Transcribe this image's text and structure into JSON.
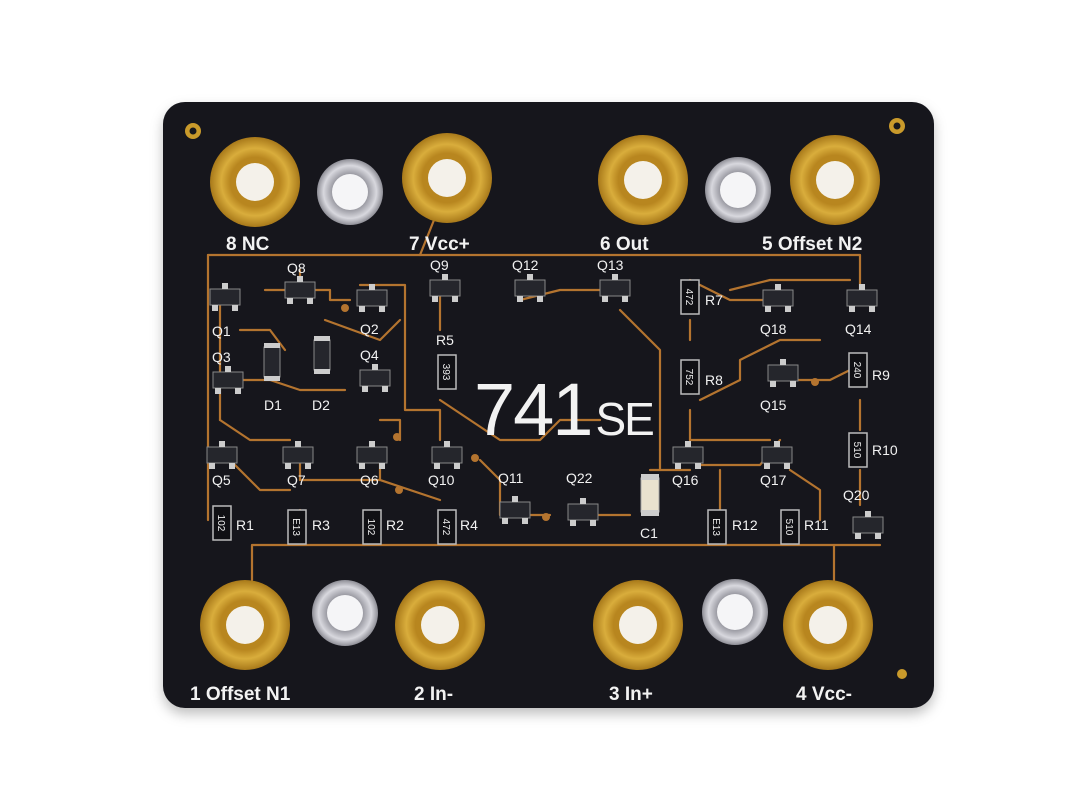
{
  "photo": {
    "board_color": "#16171c",
    "trace_color": "#b4742f",
    "pad_gold": "#c99a2b",
    "silkscreen": "#f2f2f2",
    "background": "#ffffff"
  },
  "board": {
    "title_main": "741",
    "title_suffix": "SE",
    "pins": {
      "p8": "8 NC",
      "p7": "7 Vcc+",
      "p6": "6 Out",
      "p5": "5 Offset N2",
      "p1": "1 Offset N1",
      "p2": "2 In-",
      "p3": "3 In+",
      "p4": "4 Vcc-"
    },
    "labels": {
      "Q1": "Q1",
      "Q2": "Q2",
      "Q3": "Q3",
      "Q4": "Q4",
      "Q5": "Q5",
      "Q6": "Q6",
      "Q7": "Q7",
      "Q8": "Q8",
      "Q9": "Q9",
      "Q10": "Q10",
      "Q11": "Q11",
      "Q12": "Q12",
      "Q13": "Q13",
      "Q14": "Q14",
      "Q15": "Q15",
      "Q16": "Q16",
      "Q17": "Q17",
      "Q18": "Q18",
      "Q20": "Q20",
      "Q22": "Q22",
      "R1": "R1",
      "R2": "R2",
      "R3": "R3",
      "R4": "R4",
      "R5": "R5",
      "R7": "R7",
      "R8": "R8",
      "R9": "R9",
      "R10": "R10",
      "R11": "R11",
      "R12": "R12",
      "D1": "D1",
      "D2": "D2",
      "C1": "C1"
    },
    "resistor_codes": {
      "R1": "102",
      "R2": "102",
      "R3": "E13",
      "R4": "472",
      "R5": "393",
      "R7": "472",
      "R8": "752",
      "R9": "240",
      "R10": "510",
      "R11": "510",
      "R12": "E13"
    }
  }
}
